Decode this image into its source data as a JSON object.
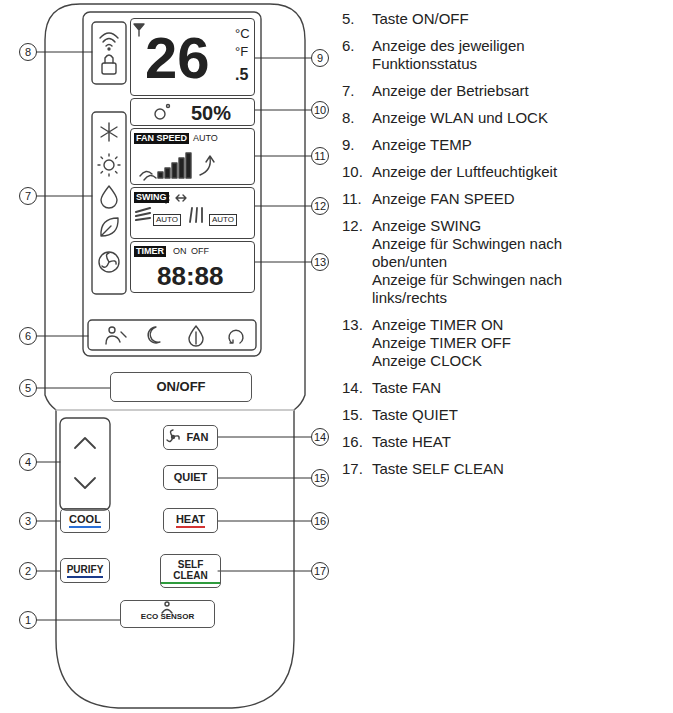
{
  "diagram": {
    "nodes": [
      {
        "text": [
          "26",
          "°C",
          "°F",
          ".5"
        ]
      },
      {
        "text": [
          "50%"
        ]
      },
      {
        "text": [
          "FAN SPEED",
          "AUTO"
        ]
      },
      {
        "text": [
          "SWING",
          "AUTO",
          "AUTO"
        ]
      },
      {
        "text": [
          "TIMER",
          "ON",
          "OFF",
          "88:88"
        ]
      },
      {
        "text": [
          "ON/OFF"
        ]
      },
      {
        "text": [
          "FAN"
        ]
      },
      {
        "text": [
          "QUIET"
        ]
      },
      {
        "text": [
          "COOL"
        ]
      },
      {
        "text": [
          "HEAT"
        ]
      },
      {
        "text": [
          "PURIFY"
        ]
      },
      {
        "text": [
          "SELF CLEAN"
        ]
      },
      {
        "text": [
          "ECO SENSOR"
        ]
      }
    ],
    "labels": [
      "1",
      "2",
      "3",
      "4",
      "5",
      "6",
      "7",
      "8",
      "9",
      "10",
      "11",
      "12",
      "13",
      "14",
      "15",
      "16",
      "17",
      "5.",
      "Taste ON/OFF",
      "6.",
      "Anzeige des jeweiligen Funktionsstatus",
      "7.",
      "Anzeige der Betriebsart",
      "8.",
      "Anzeige WLAN und LOCK",
      "9.",
      "Anzeige TEMP",
      "10.",
      "Anzeige der Luftfeuchtigkeit",
      "11.",
      "Anzeige FAN SPEED",
      "12.",
      "Anzeige SWING",
      "Anzeige für Schwingen nach oben/unten",
      "Anzeige für Schwingen nach links/rechts",
      "13.",
      "Anzeige TIMER ON",
      "Anzeige TIMER OFF",
      "Anzeige CLOCK",
      "14.",
      "Taste FAN",
      "15.",
      "Taste QUIET",
      "16.",
      "Taste HEAT",
      "17.",
      "Taste SELF CLEAN"
    ]
  }
}
